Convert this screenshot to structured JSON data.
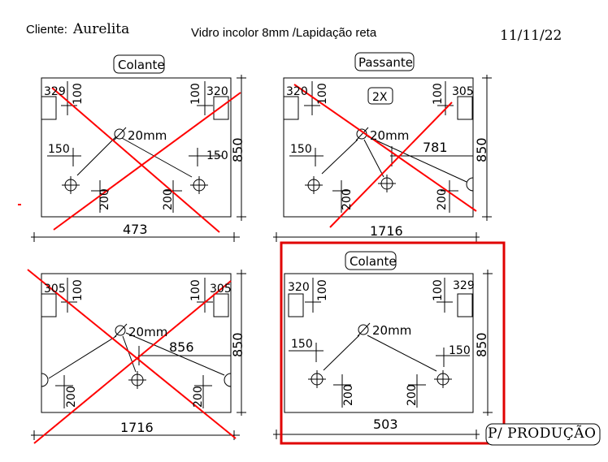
{
  "header": {
    "client_label": "Cliente:",
    "client_name": "Aurelita",
    "spec": "Vidro incolor 8mm /Lapidação reta",
    "date": "11/11/22"
  },
  "footer_label": "P/ PRODUÇÃO",
  "colors": {
    "ink": "#000000",
    "cancel": "#ff0000",
    "highlight": "#e00000"
  },
  "panels": [
    {
      "id": "p1",
      "type": "Colante",
      "cancelled": true,
      "corners": [
        "329",
        "320"
      ],
      "offsets": [
        "100",
        "100",
        "150",
        "150",
        "200",
        "200"
      ],
      "hole": "20mm",
      "height": "850",
      "width": "473"
    },
    {
      "id": "p2",
      "type": "Passante",
      "cancelled": true,
      "quantity": "2X",
      "corners": [
        "320",
        "305"
      ],
      "offsets": [
        "100",
        "100",
        "150",
        "200",
        "200"
      ],
      "hole": "20mm",
      "inner": "781",
      "height": "850",
      "width": "1716"
    },
    {
      "id": "p3",
      "cancelled": true,
      "corners": [
        "305",
        "305"
      ],
      "offsets": [
        "100",
        "100",
        "200",
        "200"
      ],
      "hole": "20mm",
      "inner": "856",
      "height": "850",
      "width": "1716"
    },
    {
      "id": "p4",
      "type": "Colante",
      "cancelled": false,
      "highlighted": true,
      "corners": [
        "320",
        "329"
      ],
      "offsets": [
        "100",
        "100",
        "150",
        "150",
        "200",
        "200"
      ],
      "hole": "20mm",
      "height": "850",
      "width": "503"
    }
  ]
}
